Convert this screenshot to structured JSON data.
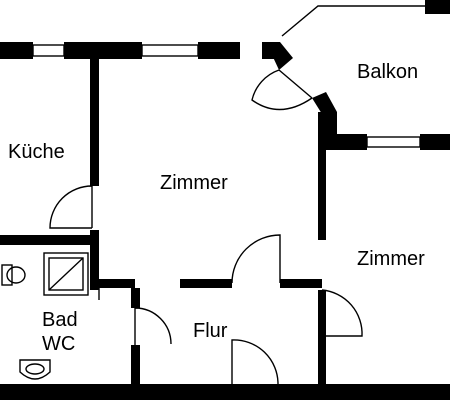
{
  "plan": {
    "rooms": {
      "kitchen": "Küche",
      "living_room": "Zimmer",
      "balcony": "Balkon",
      "second_room": "Zimmer",
      "hallway": "Flur",
      "bath_line1": "Bad",
      "bath_line2": "WC"
    },
    "colors": {
      "wall": "#000000",
      "background": "#ffffff"
    },
    "fixtures": [
      "shower",
      "toilet",
      "washbasin"
    ]
  }
}
